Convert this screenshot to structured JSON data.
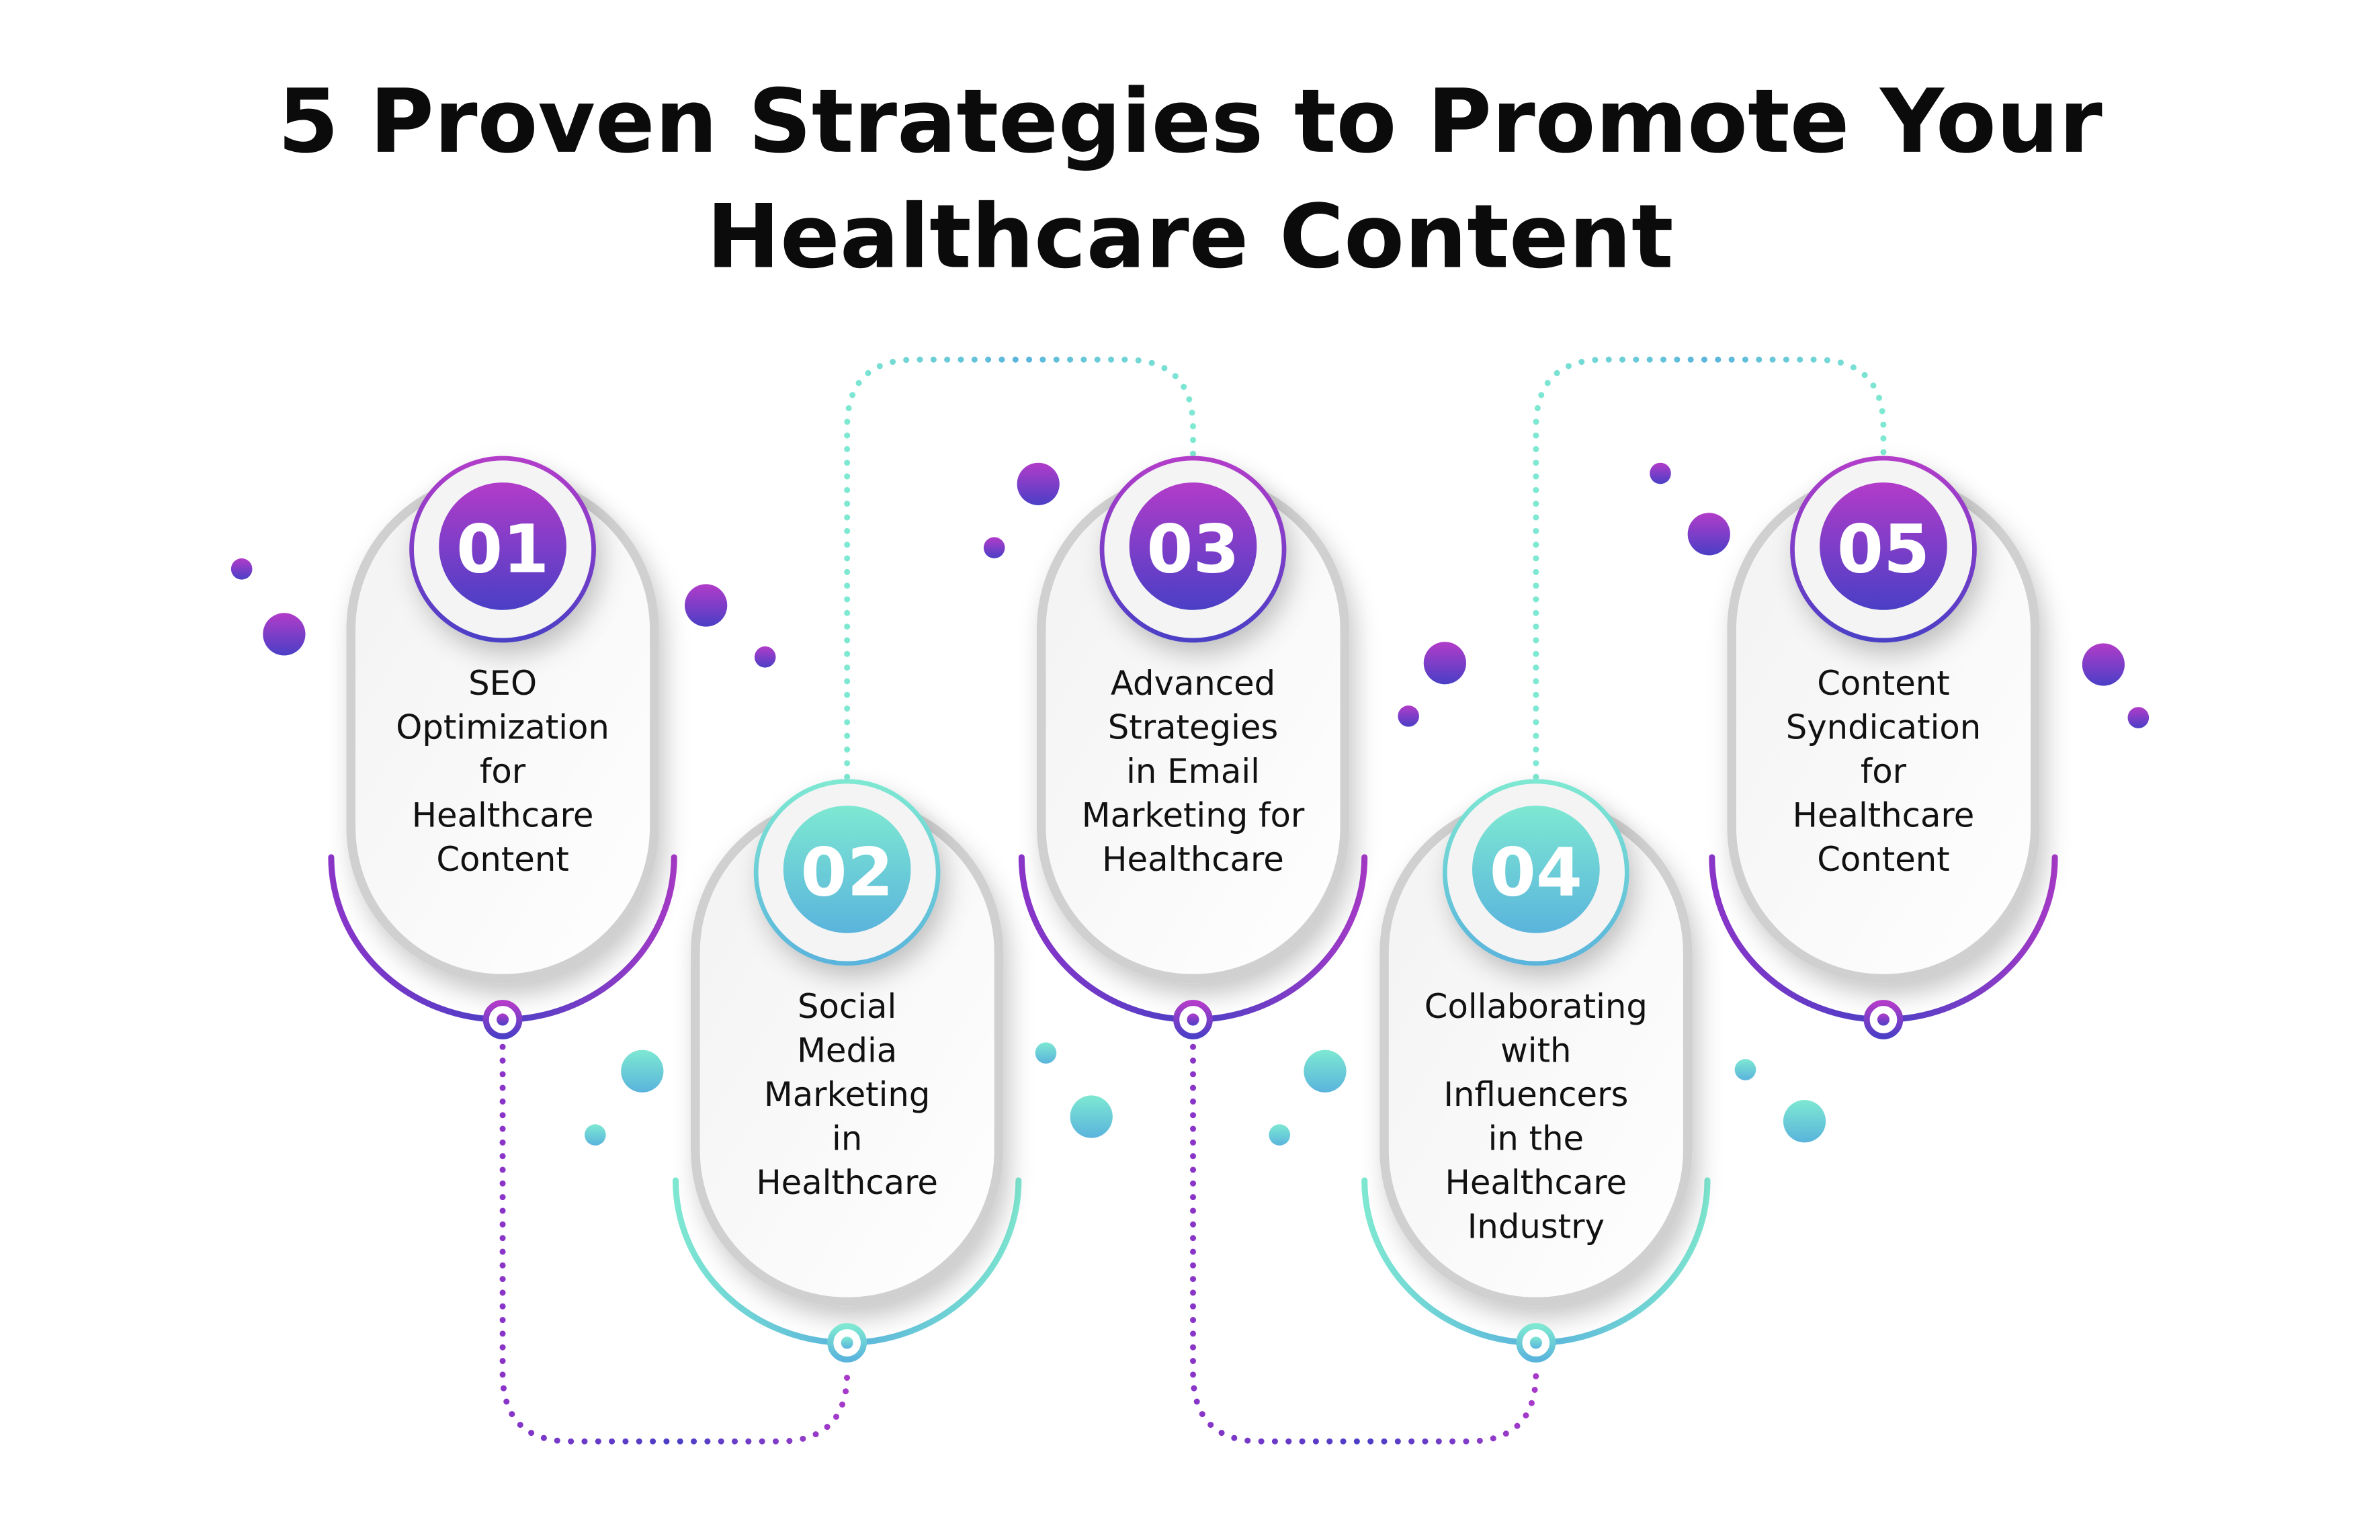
{
  "title": {
    "line1": "5 Proven Strategies to Promote Your",
    "line2": "Healthcare Content"
  },
  "colors": {
    "purple_top": "#b23cc9",
    "purple_bottom": "#4a3fc6",
    "teal_top": "#7ee8d2",
    "teal_bottom": "#5ab4dc"
  },
  "steps": [
    {
      "number": "01",
      "lines": [
        "SEO",
        "Optimization",
        "for",
        "Healthcare",
        "Content"
      ],
      "theme": "purple"
    },
    {
      "number": "02",
      "lines": [
        "Social",
        "Media",
        "Marketing",
        "in",
        "Healthcare"
      ],
      "theme": "teal"
    },
    {
      "number": "03",
      "lines": [
        "Advanced",
        "Strategies",
        "in Email",
        "Marketing for",
        "Healthcare"
      ],
      "theme": "purple"
    },
    {
      "number": "04",
      "lines": [
        "Collaborating",
        "with",
        "Influencers",
        "in the",
        "Healthcare",
        "Industry"
      ],
      "theme": "teal"
    },
    {
      "number": "05",
      "lines": [
        "Content",
        "Syndication",
        "for",
        "Healthcare",
        "Content"
      ],
      "theme": "purple"
    }
  ]
}
